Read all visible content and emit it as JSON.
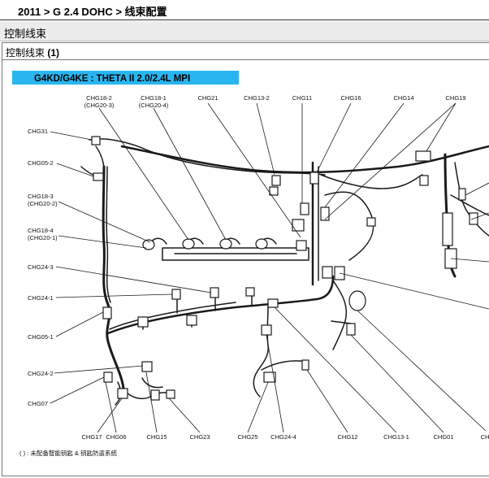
{
  "breadcrumb": "2011 > G 2.4 DOHC > 线束配置",
  "section_title": "控制线束",
  "figure": {
    "caption_text": "控制线束 ",
    "caption_num": "(1)",
    "banner": "G4KD/G4KE : THETA II 2.0/2.4L MPI",
    "footnote": "( ) : 未配备智能钥匙 & 钥匙防盗系统",
    "colors": {
      "banner": "#29b6f0",
      "harness": "#1a1a1a",
      "background": "#ffffff"
    },
    "connectors_top": [
      {
        "id": "CHG18-2",
        "sub": "(CHG20-3)"
      },
      {
        "id": "CHG18-1",
        "sub": "(CHG20-4)"
      },
      {
        "id": "CHG21",
        "sub": ""
      },
      {
        "id": "CHG13-2",
        "sub": ""
      },
      {
        "id": "CHG11",
        "sub": ""
      },
      {
        "id": "CHG16",
        "sub": ""
      },
      {
        "id": "CHG14",
        "sub": ""
      },
      {
        "id": "CHG19",
        "sub": ""
      }
    ],
    "connectors_left": [
      {
        "id": "CHG31",
        "sub": ""
      },
      {
        "id": "CHG05-2",
        "sub": ""
      },
      {
        "id": "CHG18-3",
        "sub": "(CHG20-2)"
      },
      {
        "id": "CHG18-4",
        "sub": "(CHG20-1)"
      },
      {
        "id": "CHG24-3",
        "sub": ""
      },
      {
        "id": "CHG24-1",
        "sub": ""
      },
      {
        "id": "CHG05-1",
        "sub": ""
      },
      {
        "id": "CHG24-2",
        "sub": ""
      },
      {
        "id": "CHG07",
        "sub": ""
      }
    ],
    "connectors_bottom": [
      {
        "id": "CHG17"
      },
      {
        "id": "CHG06"
      },
      {
        "id": "CHG15"
      },
      {
        "id": "CHG23"
      },
      {
        "id": "CHG25"
      },
      {
        "id": "CHG24-4"
      },
      {
        "id": "CHG12"
      },
      {
        "id": "CHG13-1"
      },
      {
        "id": "CHG01"
      },
      {
        "id": "CH"
      }
    ]
  }
}
